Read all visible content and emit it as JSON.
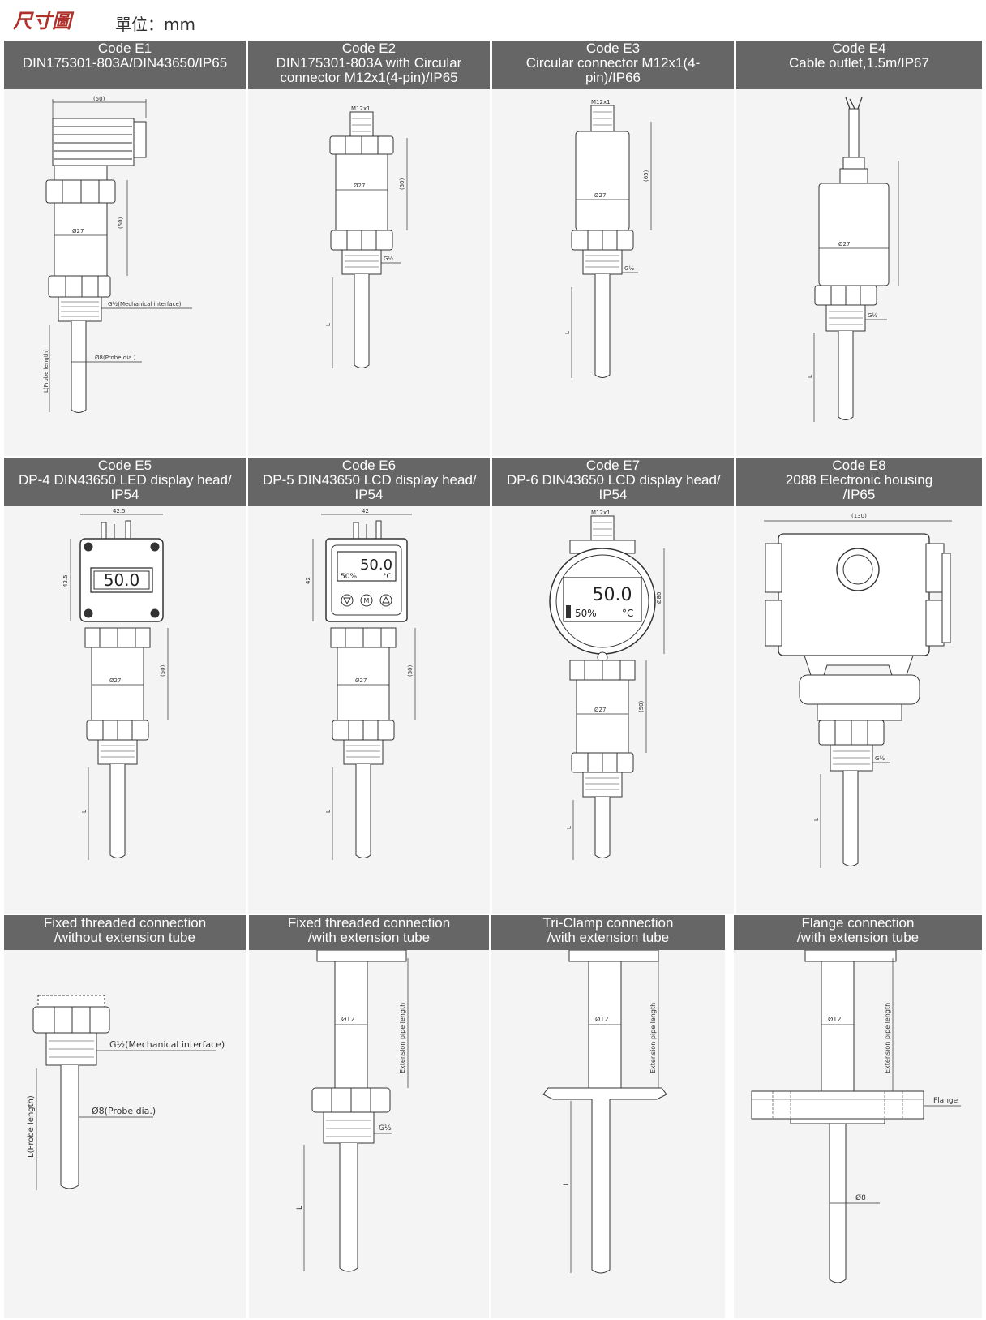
{
  "page": {
    "title": "尺寸圖",
    "unit": "單位：mm"
  },
  "top_panels": [
    {
      "code": "Code E1",
      "desc": "DIN175301-803A/DIN43650/IP65",
      "desc2": "",
      "dims": {
        "width": "(50)",
        "length": "(50)",
        "diameter": "Ø27",
        "thread": "G½(Mechanical interface)",
        "probe_dia": "Ø8(Probe dia.)",
        "probe_len": "L(Probe length)"
      }
    },
    {
      "code": "Code E2",
      "desc": "DIN175301-803A with Circular",
      "desc2": "connector M12x1(4-pin)/IP65",
      "dims": {
        "connector": "M12x1",
        "length": "(50)",
        "diameter": "Ø27",
        "thread": "G½",
        "probe_len": "L"
      }
    },
    {
      "code": "Code E3",
      "desc": "Circular connector M12x1(4-",
      "desc2": "pin)/IP66",
      "dims": {
        "connector": "M12x1",
        "length": "(65)",
        "diameter": "Ø27",
        "thread": "G½",
        "probe_len": "L"
      }
    },
    {
      "code": "Code E4",
      "desc": "Cable outlet,1.5m/IP67",
      "desc2": "",
      "dims": {
        "diameter": "Ø27",
        "thread": "G½",
        "probe_len": "L"
      }
    }
  ],
  "display_panels": [
    {
      "code": "Code E5",
      "desc": "DP-4 DIN43650 LED display head/",
      "desc2": "IP54",
      "display": {
        "value": "50.0"
      },
      "dims": {
        "width": "42.5",
        "height": "42.5",
        "length": "(50)",
        "diameter": "Ø27",
        "probe_len": "L"
      }
    },
    {
      "code": "Code E6",
      "desc": "DP-5 DIN43650 LCD display head/",
      "desc2": "IP54",
      "display": {
        "value": "50.0",
        "percent": "50%",
        "unit": "°C"
      },
      "dims": {
        "width": "42",
        "height": "42",
        "length": "(50)",
        "diameter": "Ø27",
        "probe_len": "L"
      }
    },
    {
      "code": "Code E7",
      "desc": "DP-6 DIN43650 LCD display head/",
      "desc2": "IP54",
      "display": {
        "value": "50.0",
        "percent": "50%",
        "unit": "°C"
      },
      "dims": {
        "connector": "M12x1",
        "height": "Ø80",
        "length": "(50)",
        "diameter": "Ø27",
        "probe_len": "L"
      }
    },
    {
      "code": "Code E8",
      "desc": "2088 Electronic housing",
      "desc2": "/IP65",
      "dims": {
        "width": "(130)",
        "thread": "G½",
        "probe_len": "L"
      }
    }
  ],
  "conn_panels": [
    {
      "title": "Fixed threaded connection",
      "title2": "/without extension tube",
      "dims": {
        "thread": "G½(Mechanical interface)",
        "probe_dia": "Ø8(Probe dia.)",
        "probe_len": "L(Probe length)"
      }
    },
    {
      "title": "Fixed threaded connection",
      "title2": "/with extension tube",
      "dims": {
        "tube_dia": "Ø12",
        "ext_len": "Extension pipe length",
        "thread": "G½",
        "probe_len": "L"
      }
    },
    {
      "title": "Tri-Clamp connection",
      "title2": "/with extension tube",
      "dims": {
        "tube_dia": "Ø12",
        "ext_len": "Extension pipe length",
        "probe_len": "L"
      }
    },
    {
      "title": "Flange connection",
      "title2": "/with extension tube",
      "dims": {
        "tube_dia": "Ø12",
        "ext_len": "Extension pipe length",
        "flange": "Flange",
        "probe_dia": "Ø8"
      }
    }
  ]
}
